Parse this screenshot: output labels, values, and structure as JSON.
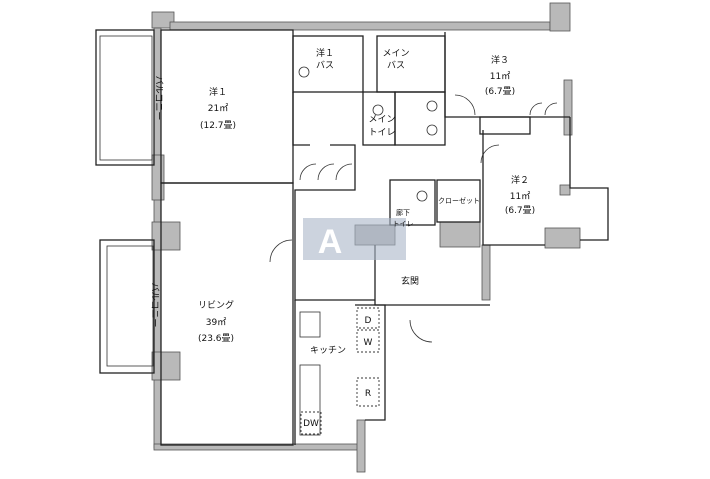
{
  "floorplan": {
    "watermark": "A",
    "balcony_top": "バルコニー",
    "balcony_bottom": "バルコニー",
    "room_western1": {
      "name": "洋１",
      "area": "21㎡",
      "tatami": "(12.7畳)"
    },
    "bath_western1": {
      "line1": "洋１",
      "line2": "バス"
    },
    "bath_main": {
      "line1": "メイン",
      "line2": "バス"
    },
    "toilet_main": {
      "line1": "メイン",
      "line2": "トイレ"
    },
    "room_western3": {
      "name": "洋３",
      "area": "11㎡",
      "tatami": "(6.7畳)"
    },
    "room_western2": {
      "name": "洋２",
      "area": "11㎡",
      "tatami": "(6.7畳)"
    },
    "closet": "クローゼット",
    "toilet_hall": {
      "line1": "廊下",
      "line2": "トイレ"
    },
    "entrance": "玄関",
    "living": {
      "name": "リビング",
      "area": "39㎡",
      "tatami": "(23.6畳)"
    },
    "kitchen": "キッチン",
    "appliances": {
      "dryer": "D",
      "washer": "W",
      "fridge": "R",
      "dishwasher": "DW"
    }
  }
}
